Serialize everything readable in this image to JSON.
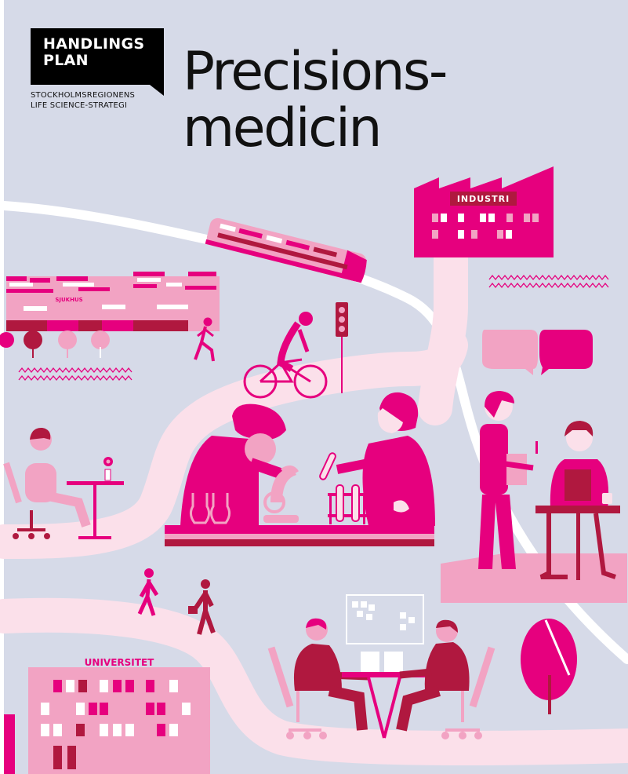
{
  "badge": {
    "line1": "HANDLINGS",
    "line2": "PLAN"
  },
  "subtitle": {
    "line1": "STOCKHOLMSREGIONENS",
    "line2": "LIFE SCIENCE-STRATEGI"
  },
  "title": {
    "line1": "Precisions-",
    "line2": "medicin"
  },
  "signs": {
    "industry": "INDUSTRI",
    "university": "UNIVERSITET",
    "hospital": "SJUKHUS"
  },
  "colors": {
    "background": "#d6dae8",
    "magenta": "#e6007e",
    "pink": "#f2a3c3",
    "light_pink": "#fbe0ea",
    "crimson": "#b0183f",
    "black": "#000000"
  }
}
